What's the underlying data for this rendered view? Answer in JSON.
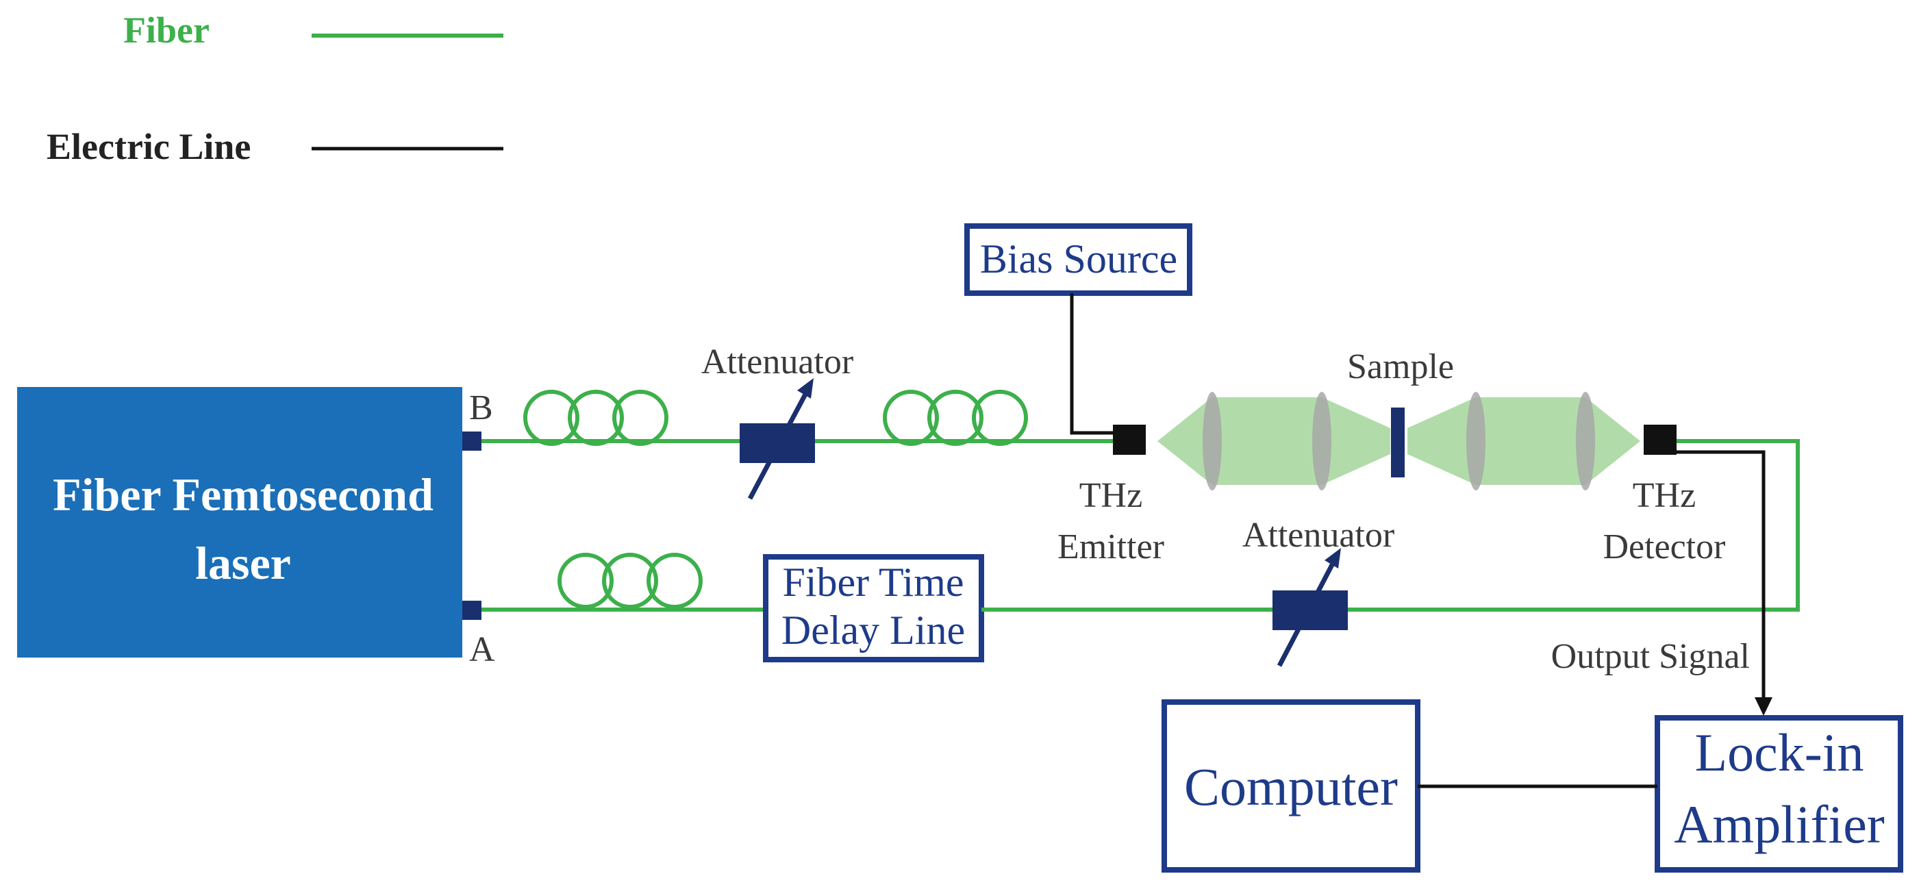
{
  "legend": {
    "fiber_label": "Fiber",
    "electric_label": "Electric Line"
  },
  "colors": {
    "fiber": "#3cb04a",
    "electric": "#111111",
    "box_border": "#1e3b8a",
    "laser_fill": "#1a6fb8",
    "beam": "#a8d8a0"
  },
  "laser": {
    "line1": "Fiber Femtosecond",
    "line2": "laser",
    "port_b": "B",
    "port_a": "A"
  },
  "components": {
    "attenuator_top": "Attenuator",
    "attenuator_bottom": "Attenuator",
    "bias_source": "Bias Source",
    "sample": "Sample",
    "thz_emitter_line1": "THz",
    "thz_emitter_line2": "Emitter",
    "thz_detector_line1": "THz",
    "thz_detector_line2": "Detector",
    "delay_line1": "Fiber Time",
    "delay_line2": "Delay Line",
    "output_signal": "Output Signal",
    "computer": "Computer",
    "lockin_line1": "Lock-in",
    "lockin_line2": "Amplifier"
  }
}
